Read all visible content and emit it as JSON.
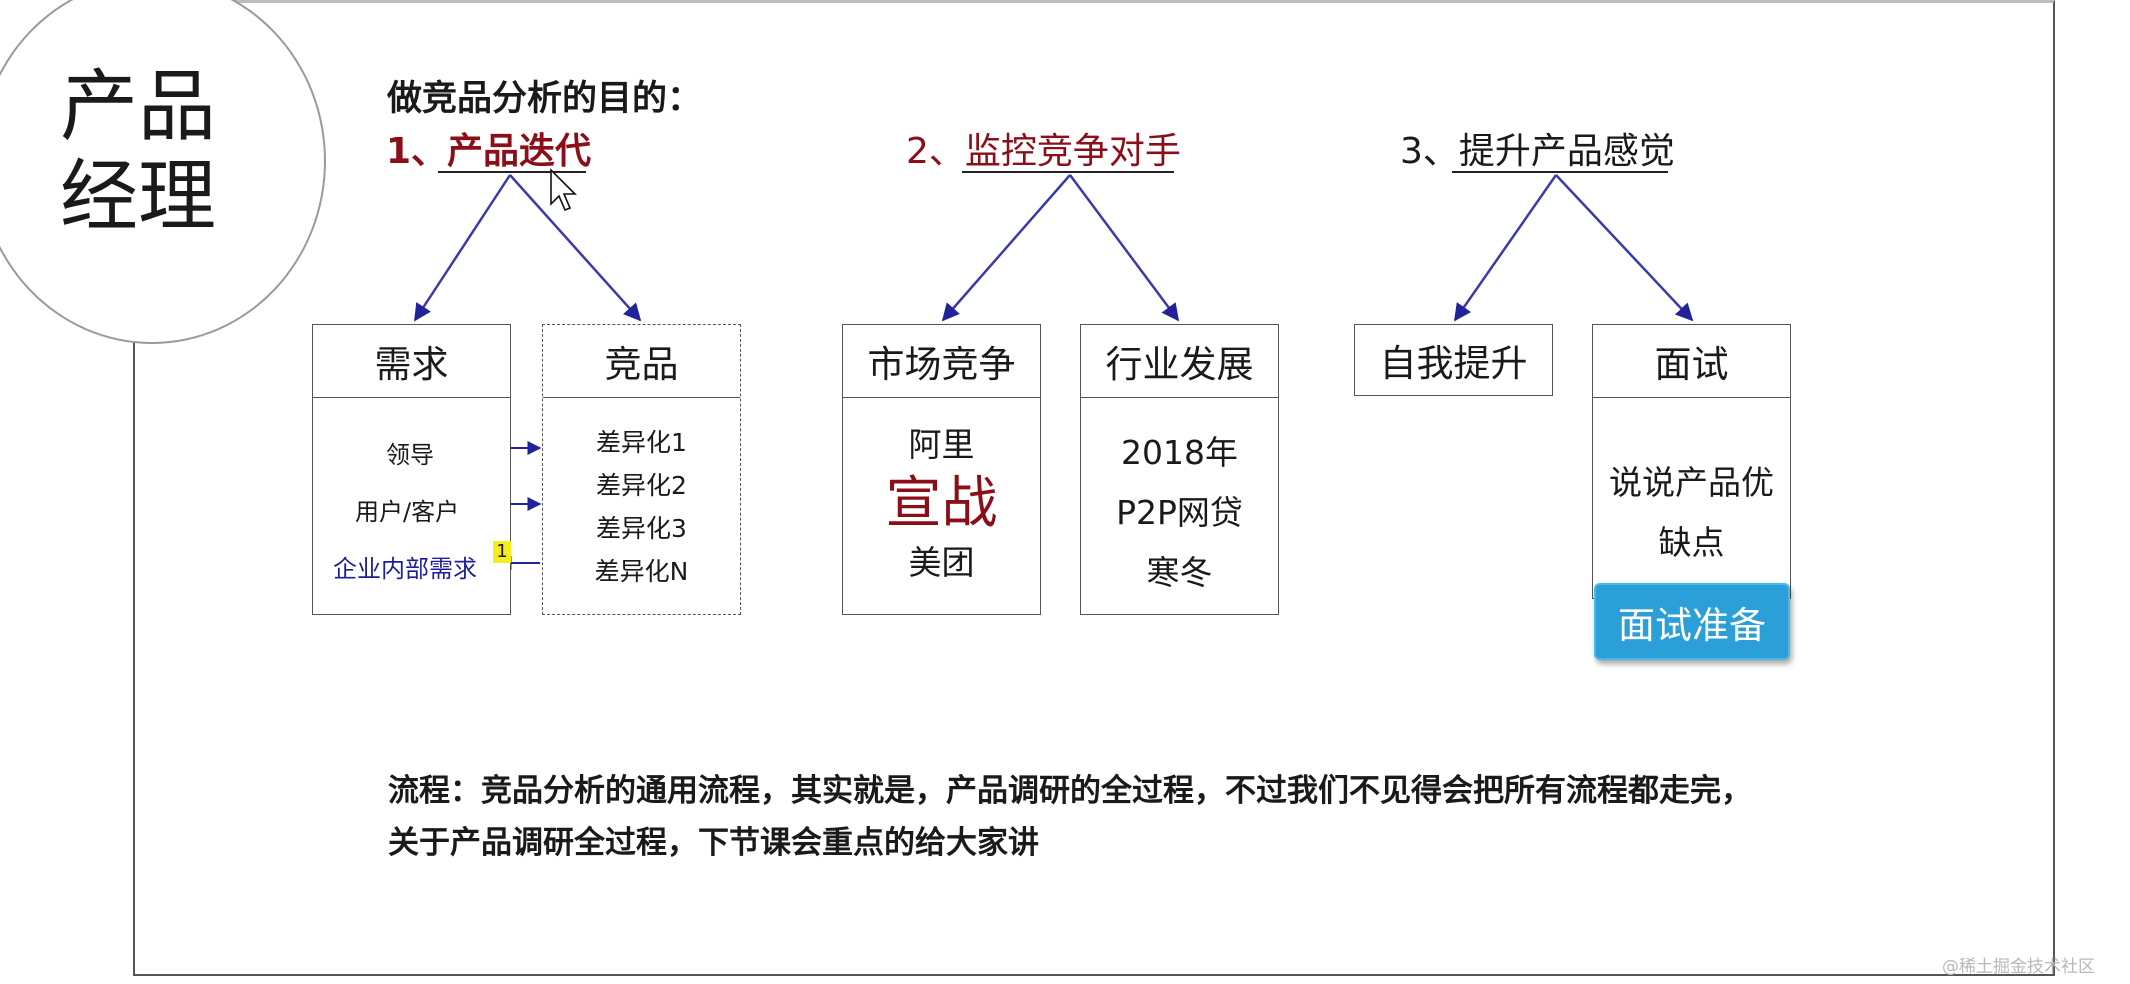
{
  "logo": {
    "line1": "产品",
    "line2": "经理"
  },
  "heading": "做竞品分析的目的：",
  "goals": [
    {
      "label": "1、产品迭代",
      "color": "#8b0f18"
    },
    {
      "label": "2、监控竞争对手",
      "color": "#8b0f18"
    },
    {
      "label": "3、提升产品感觉",
      "color": "#1a1a1a"
    }
  ],
  "boxes": {
    "demand": {
      "title": "需求",
      "items": [
        "领导",
        "用户/客户",
        "企业内部需求"
      ]
    },
    "competitor": {
      "title": "竞品",
      "items": [
        "差异化1",
        "差异化2",
        "差异化3",
        "差异化N"
      ]
    },
    "market": {
      "title": "市场竞争",
      "lines": [
        "阿里",
        "宣战",
        "美团"
      ]
    },
    "industry": {
      "title": "行业发展",
      "lines": [
        "2018年",
        "P2P网贷",
        "寒冬"
      ]
    },
    "self": {
      "title": "自我提升"
    },
    "interview": {
      "title": "面试",
      "lines": [
        "说说产品优",
        "缺点"
      ]
    }
  },
  "badge": "1",
  "interview_button": "面试准备",
  "flow": {
    "line1": "流程：竞品分析的通用流程，其实就是，产品调研的全过程，不过我们不见得会把所有流程都走完，",
    "line2": "关于产品调研全过程，下节课会重点的给大家讲"
  },
  "watermark": "@稀土掘金技术社区",
  "colors": {
    "accent_red": "#8b0f18",
    "arrow_blue": "#3b3ba8",
    "button_blue": "#2a9fd8"
  }
}
